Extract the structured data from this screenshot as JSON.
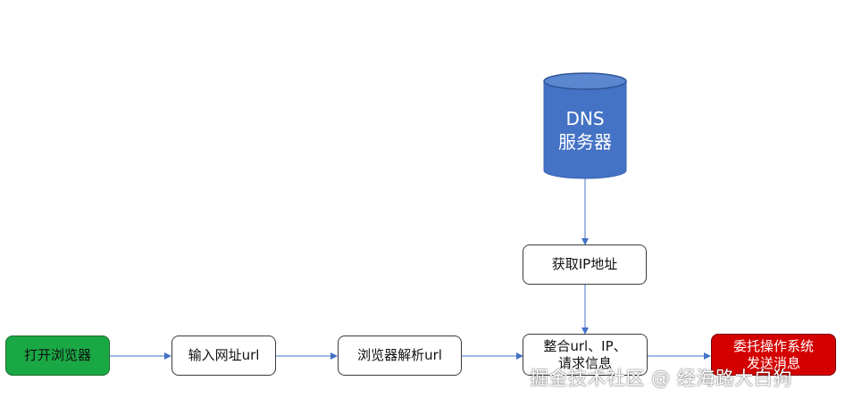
{
  "diagram": {
    "database": {
      "label": "DNS\n服务器",
      "fill_color": "#4472c4"
    },
    "nodes": {
      "open_browser": "打开浏览器",
      "input_url": "输入网址url",
      "parse_url": "浏览器解析url",
      "get_ip": "获取IP地址",
      "combine": "整合url、IP、\n请求信息",
      "delegate_os": "委托操作系统\n发送消息"
    },
    "colors": {
      "start_node": "#1aa845",
      "end_node": "#d40000",
      "arrow": "#4472c4"
    }
  },
  "watermark": {
    "text": "掘金技术社区 @ 经海路大白狗"
  }
}
